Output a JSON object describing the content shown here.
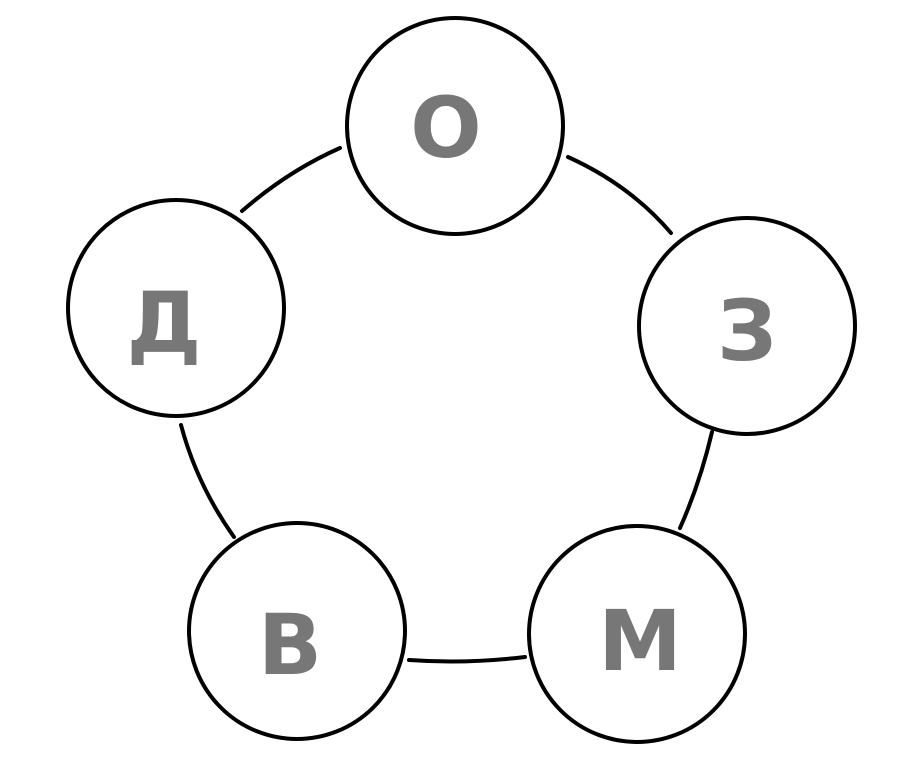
{
  "nodes": [
    {
      "id": "o",
      "letter": "О"
    },
    {
      "id": "z",
      "letter": "З"
    },
    {
      "id": "m",
      "letter": "М"
    },
    {
      "id": "v",
      "letter": "В"
    },
    {
      "id": "d",
      "letter": "Д"
    }
  ],
  "colors": {
    "background": "#ffffff",
    "outline": "#000000",
    "letter": "#777777"
  }
}
